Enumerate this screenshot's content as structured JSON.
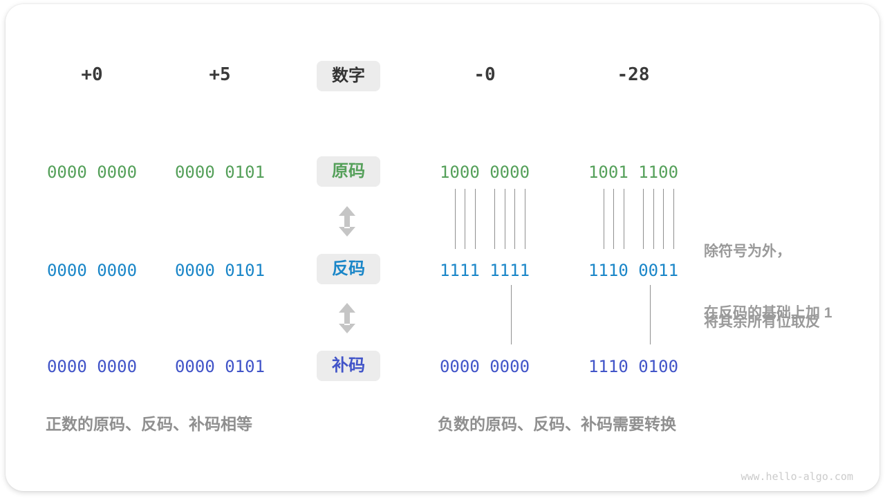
{
  "figure": {
    "number_badge": "数字",
    "watermark": "www.hello-algo.com"
  },
  "columns": [
    "+0",
    "+5",
    "-0",
    "-28"
  ],
  "rows": [
    {
      "label": "原码",
      "color": "#55a05a",
      "values": [
        "0000 0000",
        "0000 0101",
        "1000 0000",
        "1001 1100"
      ]
    },
    {
      "label": "反码",
      "color": "#1a86c8",
      "values": [
        "0000 0000",
        "0000 0101",
        "1111 1111",
        "1110 0011"
      ]
    },
    {
      "label": "补码",
      "color": "#4154c8",
      "values": [
        "0000 0000",
        "0000 0101",
        "0000 0000",
        "1110 0100"
      ]
    }
  ],
  "annotations": {
    "invert_line1": "除符号为外，",
    "invert_line2": "将其余所有位取反",
    "add_one": "在反码的基础上加 1"
  },
  "captions": {
    "positive": "正数的原码、反码、补码相等",
    "negative": "负数的原码、反码、补码需要转换"
  },
  "colors": {
    "badge_bg": "#ececec",
    "header_text": "#3a3a3a",
    "note_text": "#9a9a9a",
    "caption_text": "#8f8f8f",
    "connector_line": "#8f8f8f",
    "arrow": "#c5c5c5",
    "watermark": "#cbcbcb"
  }
}
